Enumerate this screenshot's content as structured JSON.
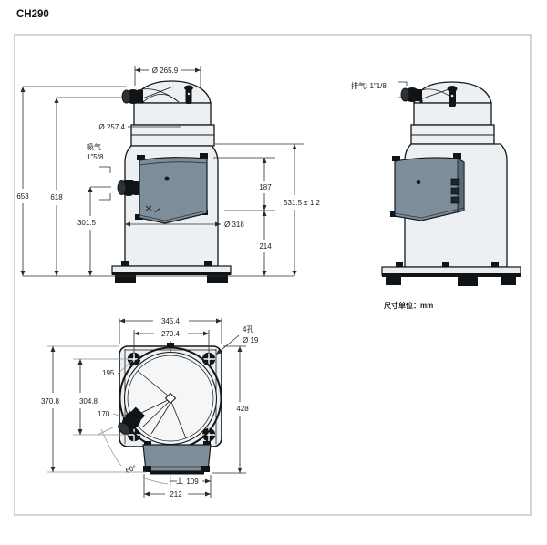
{
  "page": {
    "title": "CH290"
  },
  "colors": {
    "line": "#16181a",
    "terminal_box": "#7e8d9a",
    "body_fill": "#edf0f2",
    "frame_border": "#cfd6da"
  },
  "front_view": {
    "dim_top_diameter": "Ø 265.9",
    "dim_cap_diameter": "Ø 257.4",
    "suction_label_line1": "吸气",
    "suction_label_line2": "1\"5/8",
    "dim_height_total": "653",
    "dim_height_shell": "618",
    "dim_suction_height": "301.5",
    "dim_upper_section": "187",
    "dim_height_tolerance": "531.5 ± 1.2",
    "dim_body_diameter": "Ø 318",
    "dim_lower_section": "214"
  },
  "side_view": {
    "discharge_label": "排气: 1\"1/8",
    "units_note": "尺寸单位：mm"
  },
  "bottom_view": {
    "dim_base_width": "345.4",
    "dim_hole_spacing_x": "279.4",
    "holes_label_line1": "4孔",
    "holes_label_line2": "Ø 19",
    "dim_hole_radius": "195",
    "dim_base_depth": "370.8",
    "dim_hole_spacing_y": "304.8",
    "dim_suction_radius": "170",
    "dim_overall_depth": "428",
    "dim_angle": "60°",
    "dim_box_offset": "109",
    "dim_box_width": "212"
  }
}
